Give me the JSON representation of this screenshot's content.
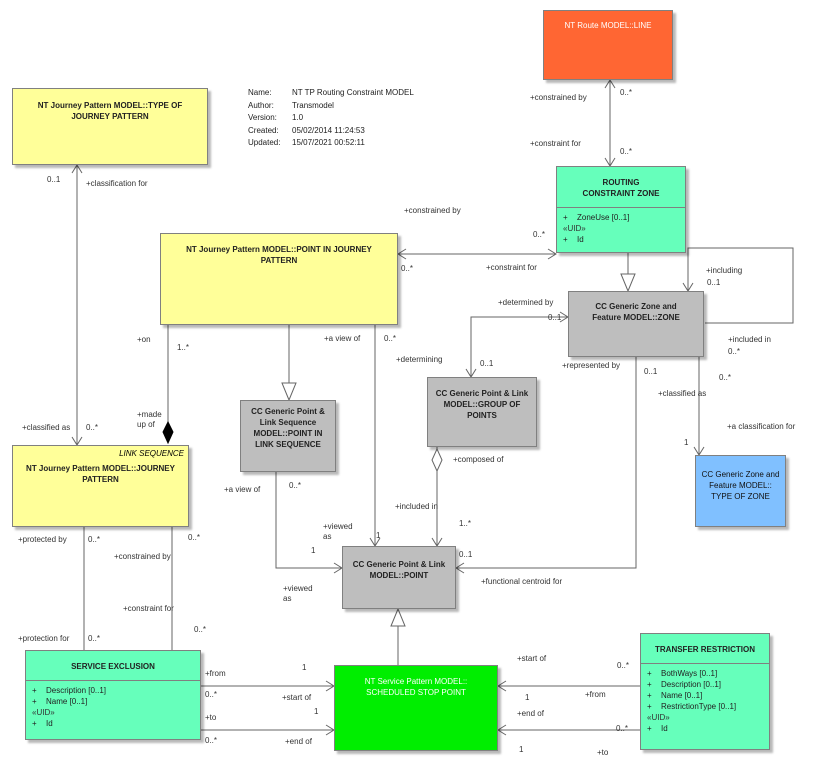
{
  "meta": {
    "name_label": "Name:",
    "name": "NT TP Routing Constraint MODEL",
    "author_label": "Author:",
    "author": "Transmodel",
    "version_label": "Version:",
    "version": "1.0",
    "created_label": "Created:",
    "created": "05/02/2014 11:24:53",
    "updated_label": "Updated:",
    "updated": "15/07/2021 00:52:11"
  },
  "classes": {
    "line": {
      "title": "NT Route MODEL::LINE",
      "color": "#ff6633"
    },
    "type_of_journey_pattern": {
      "title": "NT Journey Pattern MODEL::TYPE OF JOURNEY PATTERN",
      "color": "#ffff99"
    },
    "routing_constraint_zone": {
      "title": "ROUTING CONSTRAINT ZONE",
      "attr1_vis": "+",
      "attr1": "ZoneUse [0..1]",
      "uid": "«UID»",
      "attr2_vis": "+",
      "attr2": "Id",
      "color": "#66ffbb"
    },
    "point_in_journey_pattern": {
      "title": "NT Journey Pattern MODEL::POINT IN JOURNEY PATTERN",
      "color": "#ffff99"
    },
    "zone": {
      "title": "CC Generic Zone and Feature MODEL::ZONE",
      "color": "#bebebe"
    },
    "group_of_points": {
      "title": "CC Generic Point & Link MODEL::GROUP OF POINTS",
      "color": "#bebebe"
    },
    "point_in_link_sequence": {
      "title": "CC Generic Point & Link Sequence MODEL::POINT IN LINK SEQUENCE",
      "color": "#bebebe"
    },
    "journey_pattern": {
      "stereotype": "LINK SEQUENCE",
      "title": "NT Journey Pattern MODEL::JOURNEY PATTERN",
      "color": "#ffff99"
    },
    "type_of_zone": {
      "title": "CC Generic Zone and Feature MODEL:: TYPE OF ZONE",
      "color": "#80c0ff"
    },
    "point": {
      "title": "CC Generic Point & Link MODEL::POINT",
      "color": "#bebebe"
    },
    "service_exclusion": {
      "title": "SERVICE EXCLUSION",
      "attr1_vis": "+",
      "attr1": "Description [0..1]",
      "attr2_vis": "+",
      "attr2": "Name [0..1]",
      "uid": "«UID»",
      "attr3_vis": "+",
      "attr3": "Id",
      "color": "#66ffbb"
    },
    "scheduled_stop_point": {
      "title": "NT Service Pattern MODEL:: SCHEDULED STOP POINT",
      "color": "#00ee00"
    },
    "transfer_restriction": {
      "title": "TRANSFER RESTRICTION",
      "attr1_vis": "+",
      "attr1": "BothWays [0..1]",
      "attr2_vis": "+",
      "attr2": "Description [0..1]",
      "attr3_vis": "+",
      "attr3": "Name [0..1]",
      "attr4_vis": "+",
      "attr4": "RestrictionType [0..1]",
      "uid": "«UID»",
      "attr5_vis": "+",
      "attr5": "Id",
      "color": "#66ffbb"
    }
  },
  "labels": {
    "constrained_by_1": "+constrained by",
    "mult_1": "0..*",
    "constraint_for_1": "+constraint for",
    "mult_2": "0..*",
    "mult_3": "0..1",
    "classification_for": "+classification for",
    "constrained_by_2": "+constrained by",
    "mult_4": "0..*",
    "mult_5": "0..*",
    "constraint_for_2": "+constraint for",
    "including": "+including",
    "mult_6": "0..1",
    "determined_by": "+determined by",
    "mult_7": "0..1",
    "included_in_1": "+included in",
    "mult_8": "0..*",
    "on": "+on",
    "mult_9": "1..*",
    "a_view_of_1": "+a view of",
    "mult_10": "0..*",
    "determining": "+determining",
    "mult_11": "0..1",
    "represented_by": "+represented by",
    "mult_12": "0..1",
    "mult_13": "0..*",
    "classified_as_1": "+classified as",
    "a_classification_for": "+a classification for",
    "mult_14": "1",
    "made_up_of": "+made up of",
    "classified_as_2": "+classified as",
    "mult_15": "0..*",
    "composed_of": "+composed of",
    "a_view_of_2": "+a view of",
    "mult_16": "0..*",
    "included_in_2": "+included in",
    "mult_17": "1..*",
    "viewed_as_1": "+viewed as",
    "mult_18": "1",
    "mult_19": "1",
    "mult_20": "0..1",
    "protected_by": "+protected by",
    "mult_21": "0..*",
    "constrained_by_3": "+constrained by",
    "mult_22": "0..*",
    "functional_centroid_for": "+functional centroid for",
    "viewed_as_2": "+viewed as",
    "constraint_for_3": "+constraint for",
    "mult_23": "0..*",
    "protection_for": "+protection for",
    "mult_24": "0..*",
    "from_1": "+from",
    "mult_25": "1",
    "mult_26": "0..*",
    "start_of_1": "+start of",
    "to_1": "+to",
    "mult_27": "1",
    "mult_28": "0..*",
    "end_of_1": "+end of",
    "start_of_2": "+start of",
    "mult_29": "0..*",
    "mult_30": "1",
    "from_2": "+from",
    "end_of_2": "+end of",
    "mult_31": "0..*",
    "mult_32": "1",
    "to_2": "+to"
  }
}
